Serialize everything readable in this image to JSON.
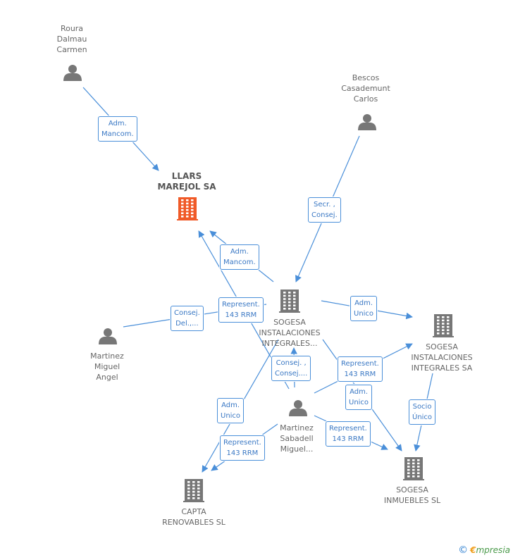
{
  "nodes": {
    "roura": {
      "label": "Roura\nDalmau\nCarmen",
      "kind": "person"
    },
    "bescos": {
      "label": "Bescos\nCasademunt\nCarlos",
      "kind": "person"
    },
    "llars": {
      "label": "LLARS\nMAREJOL SA",
      "kind": "company-main"
    },
    "sogesa_int_trunc": {
      "label": "SOGESA\nINSTALACIONES\nINTEGRALES...",
      "kind": "company"
    },
    "sogesa_int_sa": {
      "label": "SOGESA\nINSTALACIONES\nINTEGRALES SA",
      "kind": "company"
    },
    "martinez_angel": {
      "label": "Martinez\nMiguel\nAngel",
      "kind": "person"
    },
    "martinez_sabadell": {
      "label": "Martinez\nSabadell\nMiguel...",
      "kind": "person"
    },
    "capta": {
      "label": "CAPTA\nRENOVABLES SL",
      "kind": "company"
    },
    "sogesa_inm": {
      "label": "SOGESA\nINMUEBLES SL",
      "kind": "company"
    }
  },
  "edges": {
    "roura_llars": "Adm.\nMancom.",
    "bescos_sogesa": "Secr. ,\nConsej.",
    "sogesa_llars": "Adm.\nMancom.",
    "sabadell_llars": "Represent.\n143 RRM",
    "angel_sogesa": "Consej.\nDel.,...",
    "sogesa_sogesasa": "Adm.\nUnico",
    "sabadell_sogesa": "Consej. ,\nConsej....",
    "sabadell_sogesasa": "Represent.\n143 RRM",
    "sogesa_inm_adm": "Adm.\nUnico",
    "sogesasa_inm": "Socio\nÚnico",
    "sogesa_capta": "Adm.\nUnico",
    "sabadell_capta": "Represent.\n143 RRM",
    "sabadell_inm": "Represent.\n143 RRM"
  },
  "colors": {
    "edge": "#4a8fd9",
    "icon_gray": "#777777",
    "icon_main": "#f05a28"
  },
  "footer": {
    "copyright": "©",
    "brand_e": "€",
    "brand_rest": "mpresia"
  }
}
